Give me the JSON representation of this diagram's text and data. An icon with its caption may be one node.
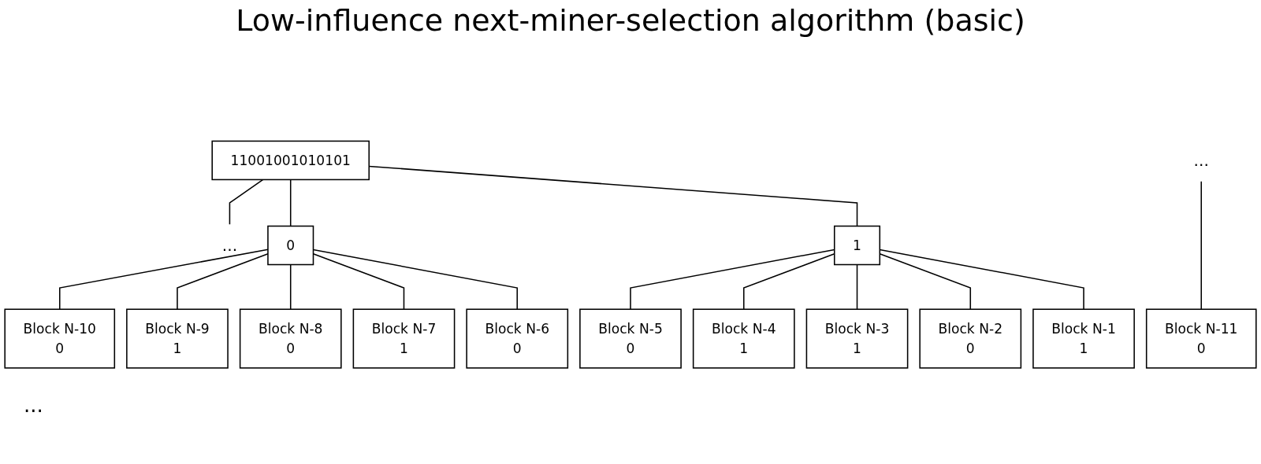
{
  "diagram": {
    "title": "Low-influence next-miner-selection algorithm (basic)",
    "nodes": [
      {
        "text": [
          "11001001010101"
        ]
      },
      {
        "text": [
          "..."
        ]
      },
      {
        "text": [
          "0"
        ]
      },
      {
        "text": [
          "1"
        ]
      },
      {
        "text": [
          "..."
        ]
      },
      {
        "text": [
          "Block N-11",
          "0"
        ]
      },
      {
        "text": [
          "Block N-10",
          "0"
        ]
      },
      {
        "text": [
          "Block N-9",
          "1"
        ]
      },
      {
        "text": [
          "Block N-8",
          "0"
        ]
      },
      {
        "text": [
          "Block N-7",
          "1"
        ]
      },
      {
        "text": [
          "Block N-6",
          "0"
        ]
      },
      {
        "text": [
          "Block N-5",
          "0"
        ]
      },
      {
        "text": [
          "Block N-4",
          "1"
        ]
      },
      {
        "text": [
          "Block N-3",
          "1"
        ]
      },
      {
        "text": [
          "Block N-2",
          "0"
        ]
      },
      {
        "text": [
          "Block N-1",
          "1"
        ]
      }
    ],
    "edges": [
      {
        "from": 0,
        "to": 1,
        "arrow": "none"
      },
      {
        "from": 0,
        "to": 2,
        "arrow": "none"
      },
      {
        "from": 0,
        "to": 3,
        "arrow": "none"
      },
      {
        "from": 4,
        "to": 5,
        "arrow": "none"
      },
      {
        "from": 2,
        "to": 6,
        "arrow": "none"
      },
      {
        "from": 2,
        "to": 7,
        "arrow": "none"
      },
      {
        "from": 2,
        "to": 8,
        "arrow": "none"
      },
      {
        "from": 2,
        "to": 9,
        "arrow": "none"
      },
      {
        "from": 2,
        "to": 10,
        "arrow": "none"
      },
      {
        "from": 3,
        "to": 11,
        "arrow": "none"
      },
      {
        "from": 3,
        "to": 12,
        "arrow": "none"
      },
      {
        "from": 3,
        "to": 13,
        "arrow": "none"
      },
      {
        "from": 3,
        "to": 14,
        "arrow": "none"
      },
      {
        "from": 3,
        "to": 15,
        "arrow": "none"
      }
    ],
    "labels": [
      "..."
    ]
  }
}
